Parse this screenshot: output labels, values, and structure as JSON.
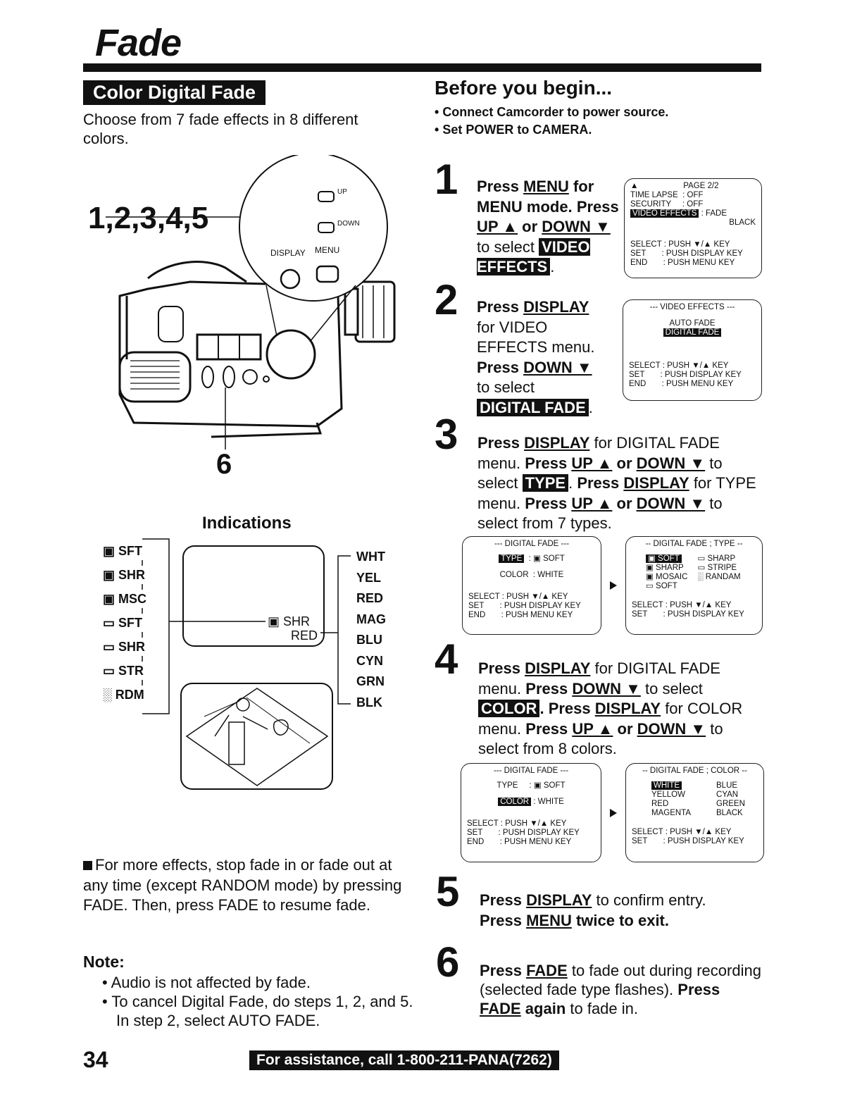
{
  "page": {
    "title": "Fade",
    "section_label": "Color Digital Fade",
    "intro": "Choose from 7 fade effects in 8 different colors.",
    "page_number": "34",
    "assistance": "For assistance, call 1-800-211-PANA(7262)"
  },
  "before": {
    "title": "Before you begin...",
    "items": [
      "Connect Camcorder to power source.",
      "Set POWER to CAMERA."
    ]
  },
  "illustration": {
    "step_callout": "1,2,3,4,5",
    "step6_callout": "6",
    "up_label": "UP",
    "down_label": "DOWN",
    "display_label": "DISPLAY",
    "menu_label": "MENU"
  },
  "steps": {
    "s1": {
      "num": "1",
      "a": "Press ",
      "b": "MENU",
      "c": " for MENU mode.",
      "d": "Press ",
      "e": "UP ▲",
      "f": " or ",
      "g": "DOWN ▼",
      "h": " to select ",
      "i": "VIDEO EFFECTS",
      "j": "."
    },
    "s2": {
      "num": "2",
      "a": "Press ",
      "b": "DISPLAY",
      "c": "for VIDEO EFFECTS menu.",
      "d": "Press ",
      "e": "DOWN ▼",
      "f": "to select",
      "g": "DIGITAL FADE",
      "h": "."
    },
    "s3": {
      "num": "3",
      "a": "Press ",
      "b": "DISPLAY",
      "c": " for DIGITAL FADE menu. ",
      "d": "Press ",
      "e": "UP ▲",
      "f": " or ",
      "g": "DOWN ▼",
      "h": " to select",
      "i": "TYPE",
      "j": ". ",
      "k": "Press ",
      "l": "DISPLAY",
      "m": " for TYPE menu. ",
      "n": "Press ",
      "o": "UP ▲",
      "p": " or ",
      "q": "DOWN ▼",
      "r": " to select from 7 types."
    },
    "s4": {
      "num": "4",
      "a": "Press ",
      "b": "DISPLAY",
      "c": " for DIGITAL FADE menu. ",
      "d": "Press ",
      "e": "DOWN ▼",
      "f": " to select ",
      "g": "COLOR",
      "h": ". ",
      "i": "Press ",
      "j": "DISPLAY",
      "k": " for COLOR menu. ",
      "l": "Press ",
      "m": "UP ▲",
      "n": " or ",
      "o": "DOWN ▼",
      "p": " to select from 8 colors."
    },
    "s5": {
      "num": "5",
      "a": "Press ",
      "b": "DISPLAY",
      "c": " to confirm entry.",
      "d": "Press ",
      "e": "MENU",
      "f": " twice to exit."
    },
    "s6": {
      "num": "6",
      "a": "Press ",
      "b": "FADE",
      "c": " to fade out during recording (selected fade type flashes). ",
      "d": "Press ",
      "e": "FADE",
      "f": " again",
      "g": " to fade in."
    }
  },
  "osd": {
    "m1": {
      "top": "▲                    PAGE 2/2",
      "l1": "TIME LAPSE  : OFF",
      "l2": "SECURITY     : OFF",
      "l3a": "VIDEO EFFECTS",
      "l3b": " : FADE",
      "l4": "BLACK",
      "l5": "SELECT : PUSH ▼/▲ KEY",
      "l6": "SET       : PUSH DISPLAY KEY",
      "l7": "END       : PUSH MENU KEY"
    },
    "m2": {
      "title": "--- VIDEO EFFECTS ---",
      "l1": "AUTO FADE",
      "l2": "DIGITAL FADE",
      "l5": "SELECT : PUSH ▼/▲ KEY",
      "l6": "SET       : PUSH DISPLAY KEY",
      "l7": "END       : PUSH MENU KEY"
    },
    "m3": {
      "title": "--- DIGITAL FADE ---",
      "l1a": "TYPE",
      "l1b": "  : ▣ SOFT",
      "l2": "COLOR  : WHITE",
      "l5": "SELECT : PUSH ▼/▲ KEY",
      "l6": "SET       : PUSH DISPLAY KEY",
      "l7": "END       : PUSH MENU KEY"
    },
    "m4": {
      "title": "-- DIGITAL FADE ; TYPE --",
      "c1": [
        "▣ SOFT",
        "▣ SHARP",
        "▣ MOSAIC",
        "▭ SOFT"
      ],
      "c2": [
        "▭ SHARP",
        "▭ STRIPE",
        "░ RANDAM"
      ],
      "l5": "SELECT : PUSH ▼/▲ KEY",
      "l6": "SET       : PUSH DISPLAY KEY"
    },
    "m5": {
      "title": "--- DIGITAL FADE ---",
      "l1": "TYPE     : ▣ SOFT",
      "l2a": "COLOR",
      "l2b": " : WHITE",
      "l5": "SELECT : PUSH ▼/▲ KEY",
      "l6": "SET       : PUSH DISPLAY KEY",
      "l7": "END       : PUSH MENU KEY"
    },
    "m6": {
      "title": "-- DIGITAL FADE ; COLOR --",
      "c1": [
        "WHITE",
        "YELLOW",
        "RED",
        "MAGENTA"
      ],
      "c2": [
        "BLUE",
        "CYAN",
        "GREEN",
        "BLACK"
      ],
      "l5": "SELECT : PUSH ▼/▲ KEY",
      "l6": "SET       : PUSH DISPLAY KEY"
    }
  },
  "indications": {
    "title": "Indications",
    "types": [
      "▣ SFT",
      "▣ SHR",
      "▣ MSC",
      "▭ SFT",
      "▭ SHR",
      "▭ STR",
      "░ RDM"
    ],
    "colors": [
      "WHT",
      "YEL",
      "RED",
      "MAG",
      "BLU",
      "CYN",
      "GRN",
      "BLK"
    ],
    "screen_type": "▣ SHR",
    "screen_color": "RED"
  },
  "notes": {
    "bullet": "For more effects, stop fade in or fade out at any time (except RANDOM mode) by pressing FADE. Then, press FADE to resume fade.",
    "title": "Note:",
    "items": [
      "Audio is not affected by fade.",
      "To cancel Digital Fade, do steps 1, 2, and 5. In step 2, select AUTO FADE."
    ]
  }
}
